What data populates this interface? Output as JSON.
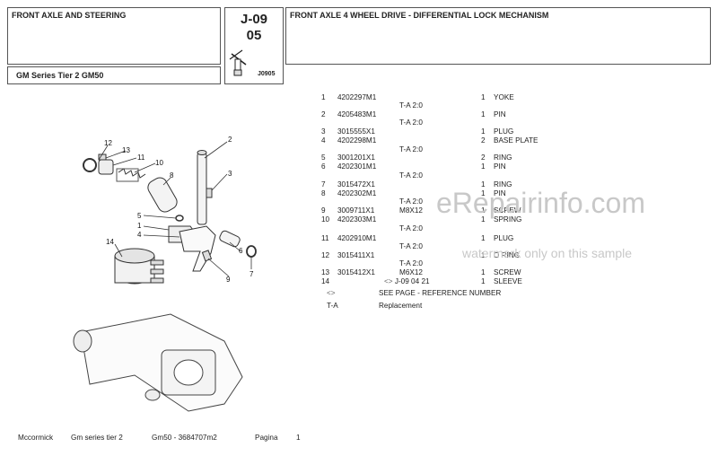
{
  "header": {
    "section_title": "FRONT AXLE AND STEERING",
    "model_line": "GM Series Tier 2 GM50",
    "group_code": "J-09",
    "group_sub": "05",
    "ref_code": "J0905",
    "page_title": "FRONT AXLE 4 WHEEL DRIVE - DIFFERENTIAL LOCK MECHANISM"
  },
  "parts": [
    {
      "no": "1",
      "part": "4202297M1",
      "size": "",
      "qty": "1",
      "desc": "YOKE",
      "ta": true
    },
    {
      "no": "2",
      "part": "4205483M1",
      "size": "",
      "qty": "1",
      "desc": "PIN",
      "ta": true
    },
    {
      "no": "3",
      "part": "3015555X1",
      "size": "",
      "qty": "1",
      "desc": "PLUG",
      "ta": false
    },
    {
      "no": "4",
      "part": "4202298M1",
      "size": "",
      "qty": "2",
      "desc": "BASE PLATE",
      "ta": true
    },
    {
      "no": "5",
      "part": "3001201X1",
      "size": "",
      "qty": "2",
      "desc": "RING",
      "ta": false
    },
    {
      "no": "6",
      "part": "4202301M1",
      "size": "",
      "qty": "1",
      "desc": "PIN",
      "ta": true
    },
    {
      "no": "7",
      "part": "3015472X1",
      "size": "",
      "qty": "1",
      "desc": "RING",
      "ta": false
    },
    {
      "no": "8",
      "part": "4202302M1",
      "size": "",
      "qty": "1",
      "desc": "PIN",
      "ta": true
    },
    {
      "no": "9",
      "part": "3009711X1",
      "size": "M8X12",
      "qty": "1",
      "desc": "SCREW",
      "ta": false
    },
    {
      "no": "10",
      "part": "4202303M1",
      "size": "",
      "qty": "1",
      "desc": "SPRING",
      "ta": true
    },
    {
      "no": "11",
      "part": "4202910M1",
      "size": "",
      "qty": "1",
      "desc": "PLUG",
      "ta": true
    },
    {
      "no": "12",
      "part": "3015411X1",
      "size": "",
      "qty": "1",
      "desc": "O RING",
      "ta": true
    },
    {
      "no": "13",
      "part": "3015412X1",
      "size": "M6X12",
      "qty": "1",
      "desc": "SCREW",
      "ta": false
    },
    {
      "no": "14",
      "part": "",
      "size": "J-09 04 21",
      "qty": "1",
      "desc": "SLEEVE",
      "ta": false
    }
  ],
  "ta_label": "T-A 2:0",
  "legend": {
    "see_page_symbol": "<>",
    "see_page_text": "SEE PAGE - REFERENCE NUMBER",
    "ta_symbol": "T-A",
    "ta_text": "Replacement"
  },
  "footer": {
    "brand": "Mccormick",
    "series": "Gm series tier 2",
    "manual": "Gm50 - 3684707m2",
    "page_label": "Pagina",
    "page_no": "1"
  },
  "watermark": {
    "main": "eRepairinfo.com",
    "sub": "watermark only on this sample"
  },
  "diagram_callouts": [
    "1",
    "2",
    "3",
    "4",
    "5",
    "6",
    "7",
    "8",
    "9",
    "10",
    "11",
    "12",
    "13",
    "14"
  ]
}
